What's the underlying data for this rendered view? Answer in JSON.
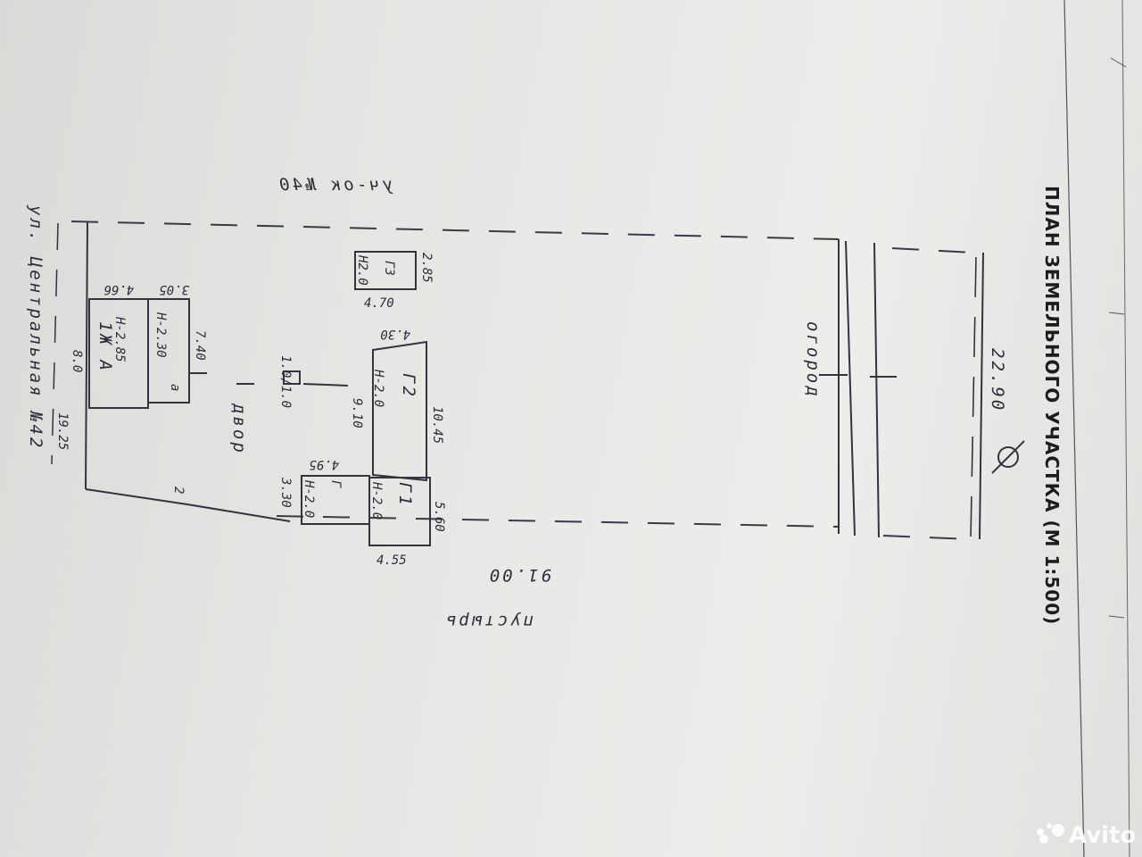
{
  "title": "ПЛАН ЗЕМЕЛЬНОГО УЧАСТКА (М 1:500)",
  "neighbors": {
    "top": "уч-ок №40",
    "left": "ул. Центральная №42",
    "bottom": "пустырь"
  },
  "zones": {
    "garden": "огород",
    "yard": "двор"
  },
  "buildings": {
    "house_label": "1Ж А",
    "house_height": "Н-2.85",
    "annex_label": "а",
    "annex_height": "Н-2.30",
    "g1_label": "Г1",
    "g1_height": "Н-2.0",
    "g2_label": "Г2",
    "g2_height": "Н-2.0",
    "g3_label": "Г3",
    "g3_height": "Н2.0",
    "shed_label": "Г",
    "shed_height": "Н-2.0",
    "well_dims": "1.0/1.0"
  },
  "dimensions": {
    "plot_width": "22.90",
    "plot_length": "91.00",
    "front_width": "19.25",
    "house_depth": "8.0",
    "house_width": "4.66",
    "annex_width": "3.05",
    "annex_length": "7.40",
    "g1_length": "5.60",
    "g1_width": "4.55",
    "g2_length": "10.45",
    "g2_width": "4.30",
    "g2_side": "9.10",
    "g3_length": "2.85",
    "g3_width": "4.70",
    "shed_width": "4.95",
    "shed_length": "3.30",
    "fence_mark": "2"
  },
  "watermark": {
    "brand": "Avito",
    "icon": "avito-logo-icon"
  },
  "colors": {
    "paper": "#e6e7e4",
    "ink": "#2c2c3a",
    "background": "#9ea29f"
  }
}
